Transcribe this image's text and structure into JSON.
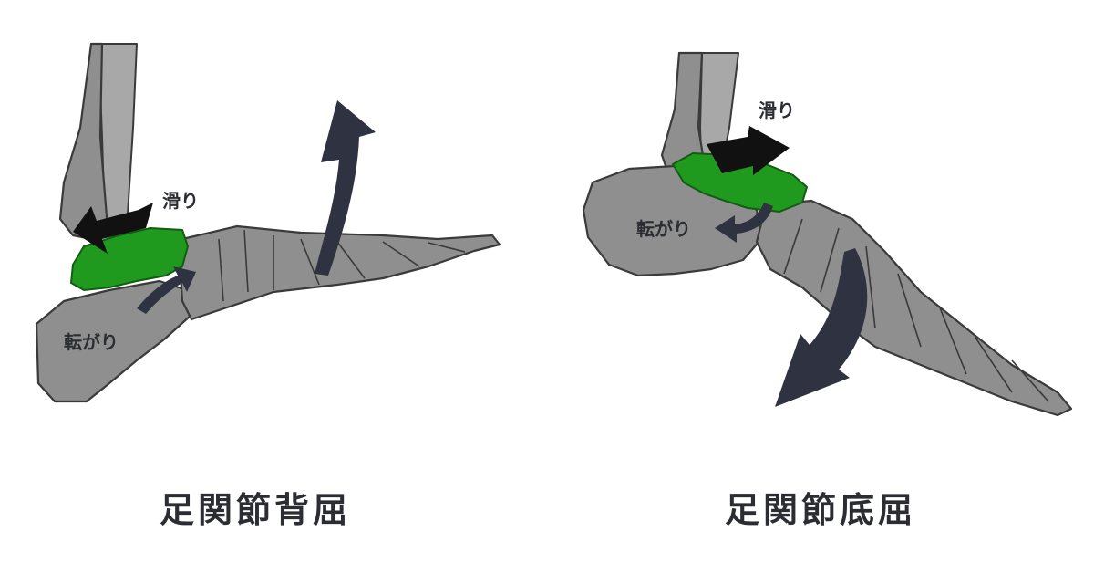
{
  "left": {
    "slide_label": "滑り",
    "roll_label": "転がり",
    "caption": "足関節背屈"
  },
  "right": {
    "slide_label": "滑り",
    "roll_label": "転がり",
    "caption": "足関節底屈"
  },
  "colors": {
    "bone": "#8f8f8f",
    "talus": "#1f9a1f",
    "arrow": "#2f3240",
    "text": "#2b2d33"
  }
}
